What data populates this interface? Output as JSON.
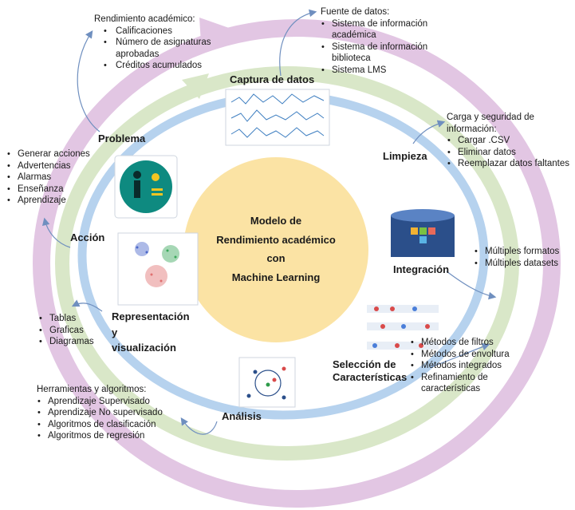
{
  "center": {
    "line1": "Modelo de",
    "line2": "Rendimiento académico",
    "line3": "con",
    "line4": "Machine Learning"
  },
  "stages": {
    "captura": "Captura de datos",
    "limpieza": "Limpieza",
    "integracion": "Integración",
    "seleccion_1": "Selección de",
    "seleccion_2": "Características",
    "analisis": "Análisis",
    "representacion_1": "Representación",
    "representacion_2": "y",
    "representacion_3": "visualización",
    "accion": "Acción",
    "problema": "Problema"
  },
  "notes": {
    "rendimiento": {
      "title": "Rendimiento académico:",
      "items": [
        "Calificaciones",
        "Número de asignaturas aprobadas",
        "Créditos acumulados"
      ]
    },
    "fuente": {
      "title": "Fuente de datos:",
      "items": [
        "Sistema de información académica",
        "Sistema de información biblioteca",
        "Sistema LMS"
      ]
    },
    "carga": {
      "title_1": "Carga y seguridad de",
      "title_2": "información:",
      "items": [
        "Cargar .CSV",
        "Eliminar datos",
        "Reemplazar datos faltantes"
      ]
    },
    "multiples": {
      "items": [
        "Múltiples formatos",
        "Múltiples datasets"
      ]
    },
    "metodos": {
      "items": [
        "Métodos de filtros",
        "Métodos de envoltura",
        "Métodos integrados",
        "Refinamiento de características"
      ]
    },
    "herramientas": {
      "title": "Herramientas y algoritmos:",
      "items": [
        "Aprendizaje Supervisado",
        "Aprendizaje No supervisado",
        "Algoritmos de clasificación",
        "Algoritmos de regresión"
      ]
    },
    "tablas": {
      "items": [
        "Tablas",
        "Graficas",
        "Diagramas"
      ]
    },
    "acciones": {
      "items": [
        "Generar acciones",
        "Advertencias",
        "Alarmas",
        "Enseñanza",
        "Aprendizaje"
      ]
    }
  },
  "colors": {
    "center": "#fbe3a4",
    "outer_ring": "#e2c6e3",
    "middle_ring": "#d9e7c8",
    "inner_ring": "#b6d2ee",
    "connector": "#6f8fbf",
    "icon_teal": "#0e8a80"
  }
}
